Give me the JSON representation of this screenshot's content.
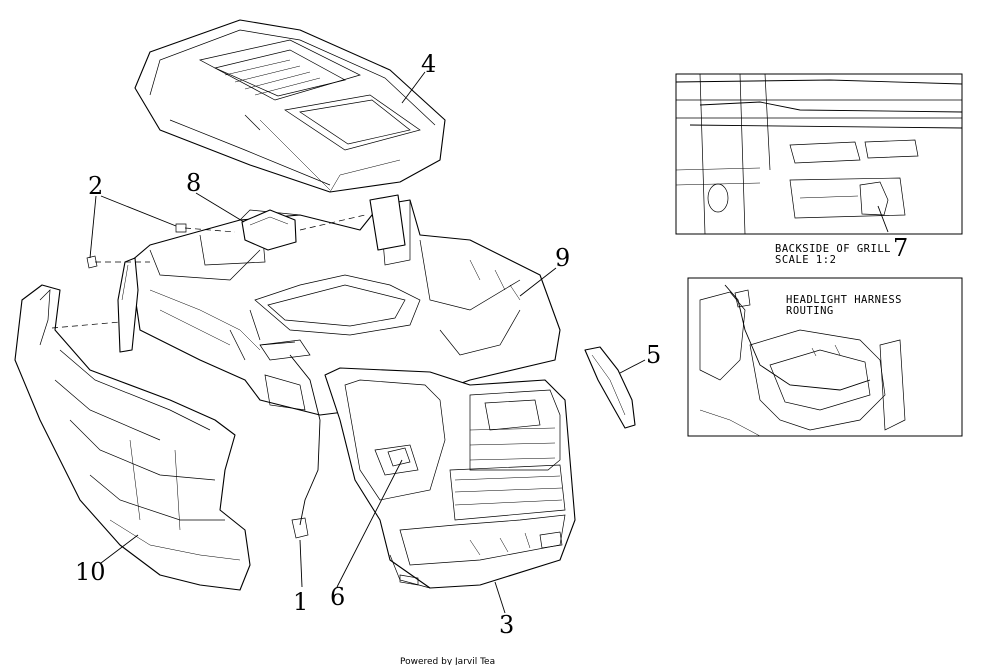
{
  "callouts": {
    "c1": "1",
    "c2": "2",
    "c3": "3",
    "c4": "4",
    "c5": "5",
    "c6": "6",
    "c7": "7",
    "c8": "8",
    "c9": "9",
    "c10": "10"
  },
  "detail_grill": {
    "line1": "BACKSIDE OF GRILL",
    "line2": "SCALE 1:2"
  },
  "detail_harness": {
    "line1": "HEADLIGHT HARNESS",
    "line2": "ROUTING"
  },
  "footer": "Powered by Jarvil Tea"
}
